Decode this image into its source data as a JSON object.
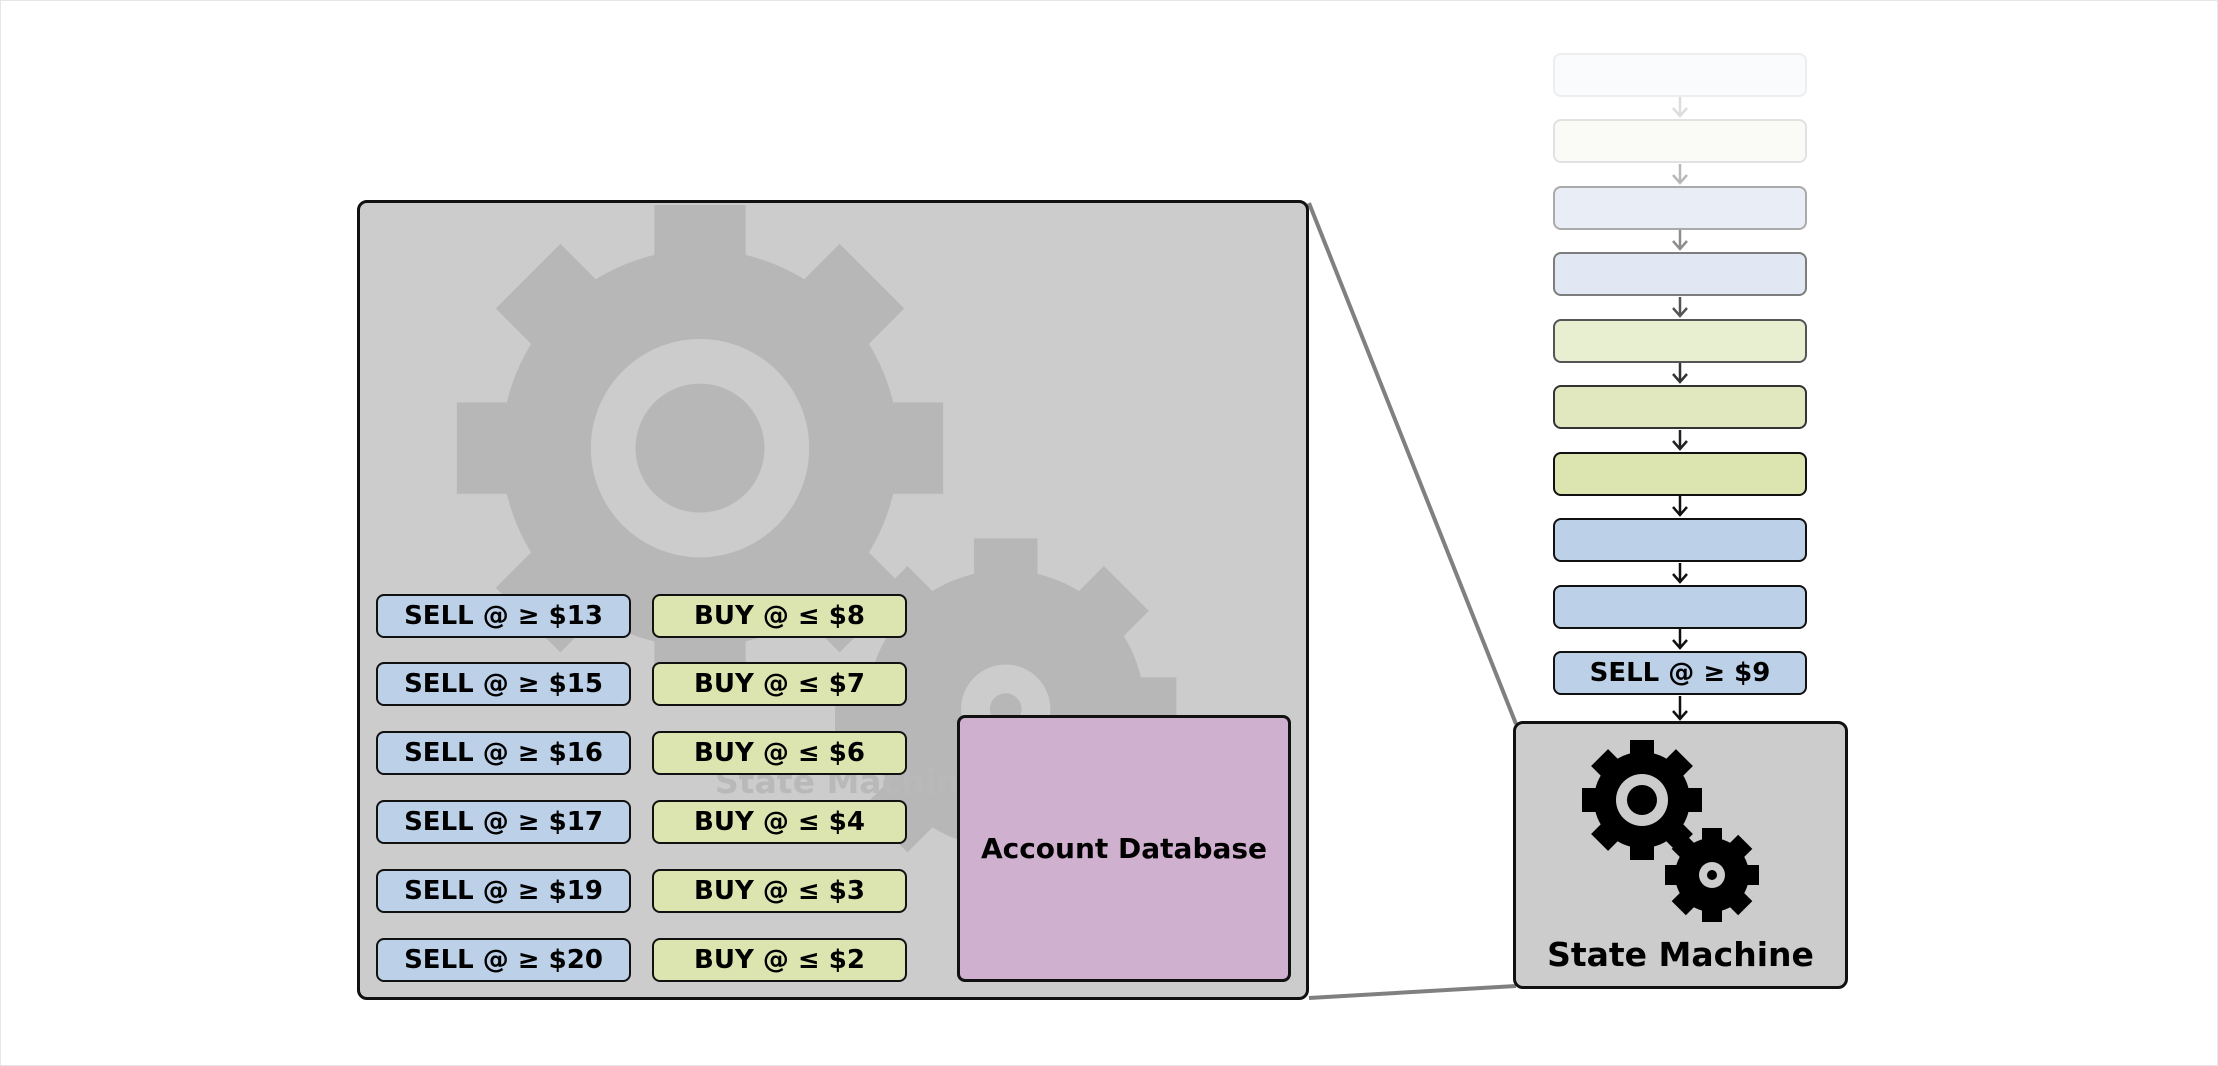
{
  "diagram": {
    "ghost_label": "State Machine",
    "sell_orders": [
      "SELL @ ≥ $13",
      "SELL @ ≥ $15",
      "SELL @ ≥ $16",
      "SELL @ ≥ $17",
      "SELL @ ≥ $19",
      "SELL @ ≥ $20"
    ],
    "buy_orders": [
      "BUY @ ≤ $8",
      "BUY @ ≤ $7",
      "BUY @ ≤ $6",
      "BUY @ ≤ $4",
      "BUY @ ≤ $3",
      "BUY @ ≤ $2"
    ],
    "account_database": "Account Database",
    "incoming_order": "SELL @ ≥ $9",
    "state_machine": "State Machine",
    "colors": {
      "sell": "#bcd0e8",
      "buy": "#dce5b0",
      "account": "#cfb0cf",
      "machine": "#cccccc"
    }
  }
}
